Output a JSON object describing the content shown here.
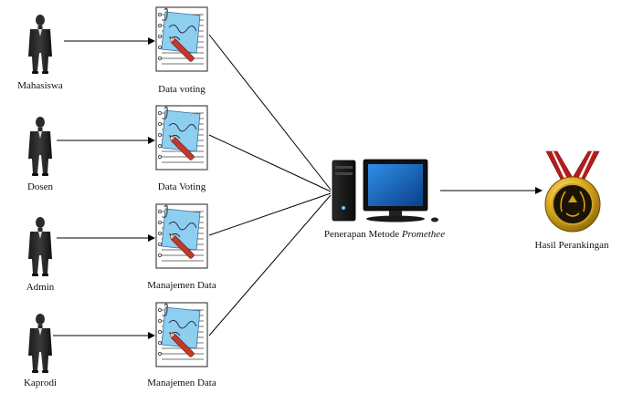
{
  "actors": [
    {
      "id": "mahasiswa",
      "label": "Mahasiswa",
      "icon": "person-student-icon"
    },
    {
      "id": "dosen",
      "label": "Dosen",
      "icon": "person-lecturer-icon"
    },
    {
      "id": "admin",
      "label": "Admin",
      "icon": "person-admin-icon"
    },
    {
      "id": "kaprodi",
      "label": "Kaprodi",
      "icon": "person-head-icon"
    }
  ],
  "documents": [
    {
      "id": "doc1",
      "label": "Data voting",
      "icon": "notepad-pen-icon"
    },
    {
      "id": "doc2",
      "label": "Data Voting",
      "icon": "notepad-pen-icon"
    },
    {
      "id": "doc3",
      "label": "Manajemen Data",
      "icon": "notepad-pen-icon"
    },
    {
      "id": "doc4",
      "label": "Manajemen Data",
      "icon": "notepad-pen-icon"
    }
  ],
  "system": {
    "label_prefix": "Penerapan Metode",
    "label_method": "Promethee",
    "icon": "desktop-computer-icon"
  },
  "result": {
    "label": "Hasil Perankingan",
    "icon": "medal-icon"
  },
  "colors": {
    "paper_blue": "#8ecff0",
    "pen_red": "#c0392b",
    "screen_blue": "#1565c0",
    "medal_gold": "#d4a017",
    "ribbon_red": "#b71c1c"
  }
}
